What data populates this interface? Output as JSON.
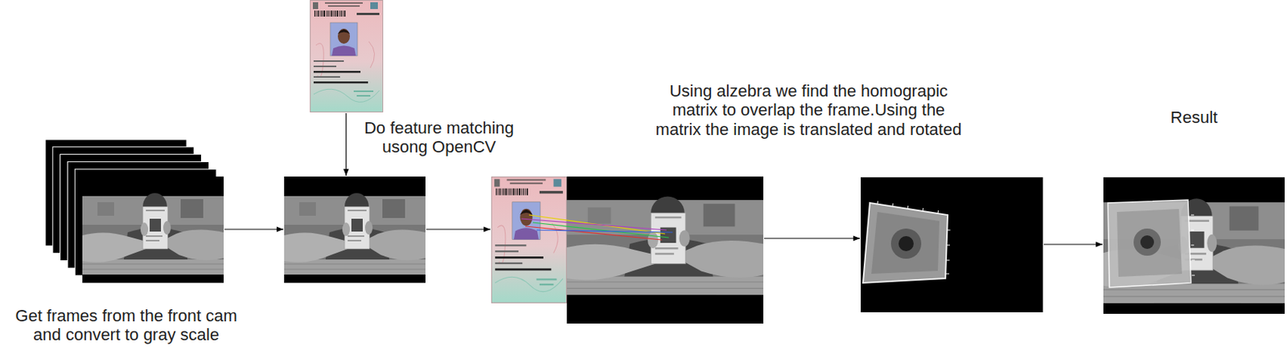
{
  "diagram": {
    "nodes": [
      {
        "text": [
          "Get frames from the front cam and convert to gray scale"
        ]
      },
      {
        "text": []
      },
      {
        "text": []
      },
      {
        "text": []
      },
      {
        "text": []
      },
      {
        "text": [
          "Result"
        ]
      }
    ],
    "edges": [
      {
        "from": 0,
        "to": 2,
        "arrow": "to"
      },
      {
        "from": 1,
        "to": 2,
        "arrow": "to",
        "label": "Do feature matching usong OpenCV"
      },
      {
        "from": 2,
        "to": 3,
        "arrow": "to"
      },
      {
        "from": 3,
        "to": 4,
        "arrow": "to",
        "label": "Using alzebra we find the homograpic matrix to overlap the frame.Using the matrix the image is translated and rotated"
      },
      {
        "from": 4,
        "to": 5,
        "arrow": "to"
      }
    ]
  }
}
